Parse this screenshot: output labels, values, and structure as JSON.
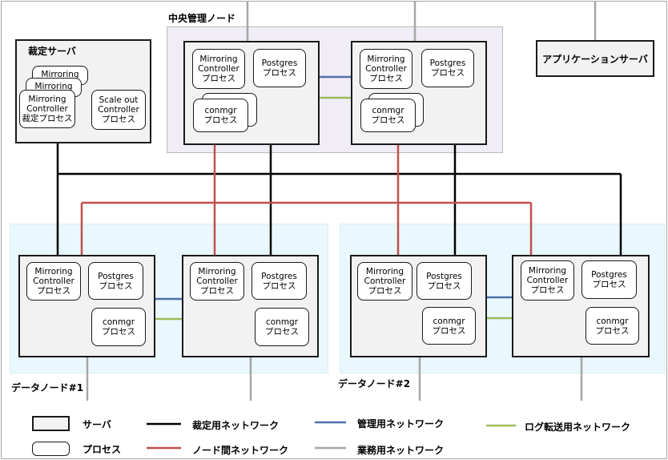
{
  "regions": {
    "central": "中央管理ノード",
    "data1": "データノード#1",
    "data2": "データノード#2"
  },
  "servers": {
    "arbitration": "裁定サーバ",
    "application": "アプリケーションサーバ"
  },
  "processes": {
    "mirroring": "Mirroring\nController\nプロセス",
    "mirroring_stack": "Mirroring",
    "mirroring_arb": "Mirroring\nController\n裁定プロセス",
    "scaleout": "Scale out\nController\nプロセス",
    "postgres": "Postgres\nプロセス",
    "conmgr": "conmgr\nプロセス"
  },
  "legend": {
    "server": "サーバ",
    "process": "プロセス",
    "arbitration_net": "裁定用ネットワーク",
    "internode_net": "ノード間ネットワーク",
    "management_net": "管理用ネットワーク",
    "business_net": "業務用ネットワーク",
    "log_net": "ログ転送用ネットワーク"
  },
  "colors": {
    "arbitration_net": "#000000",
    "internode_net": "#c0504d",
    "management_net": "#4f6fa8",
    "business_net": "#a6a6a6",
    "log_net": "#9bbb59"
  }
}
